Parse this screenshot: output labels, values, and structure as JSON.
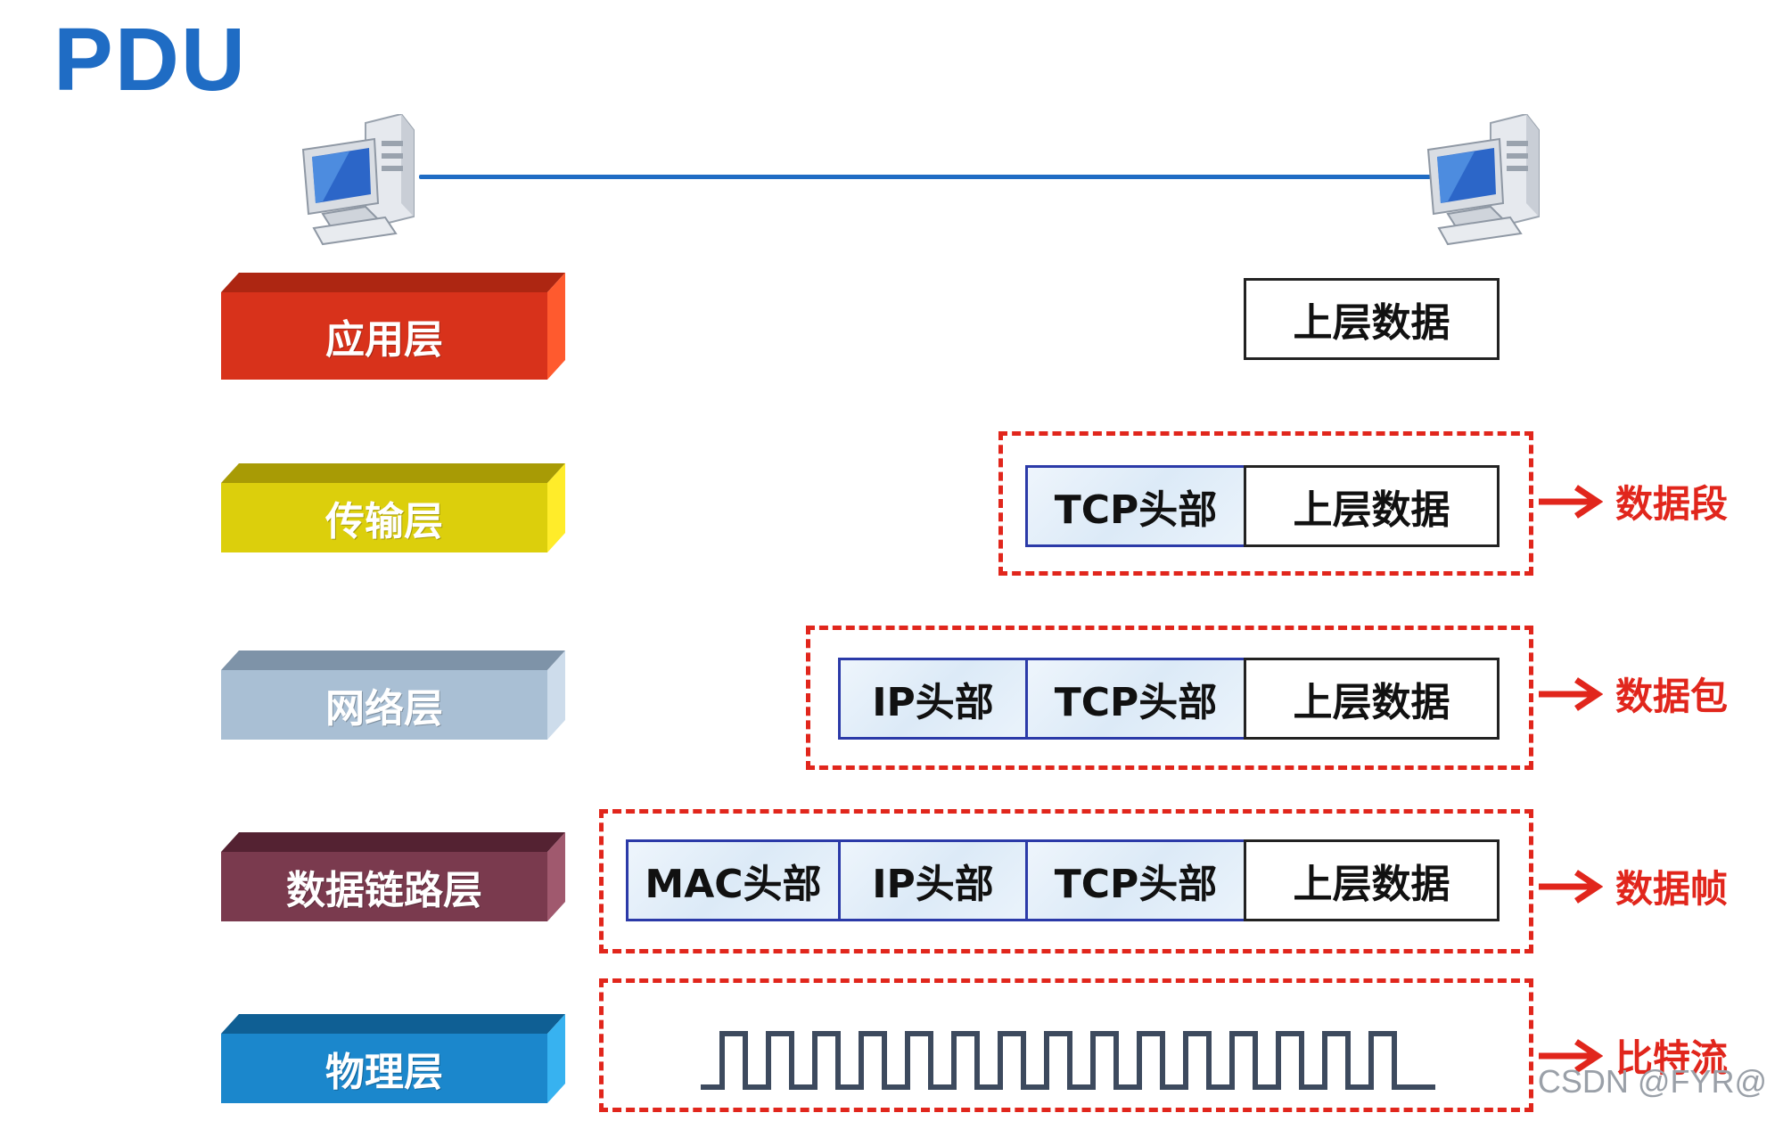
{
  "title": "PDU",
  "layers": [
    {
      "name": "应用层",
      "color": "#d8321b"
    },
    {
      "name": "传输层",
      "color": "#dccf0c"
    },
    {
      "name": "网络层",
      "color": "#a9bfd4"
    },
    {
      "name": "数据链路层",
      "color": "#7a3a4e"
    },
    {
      "name": "物理层",
      "color": "#1b87cc"
    }
  ],
  "cells": {
    "mac_header": "MAC头部",
    "ip_header": "IP头部",
    "tcp_header": "TCP头部",
    "upper_data": "上层数据"
  },
  "pdu_names": {
    "segment": "数据段",
    "packet": "数据包",
    "frame": "数据帧",
    "bitstream": "比特流"
  },
  "colors": {
    "title": "#1f6cc4",
    "dash": "#e1261c",
    "signal": "#3d4a5e"
  },
  "watermark": "CSDN @FYR@"
}
